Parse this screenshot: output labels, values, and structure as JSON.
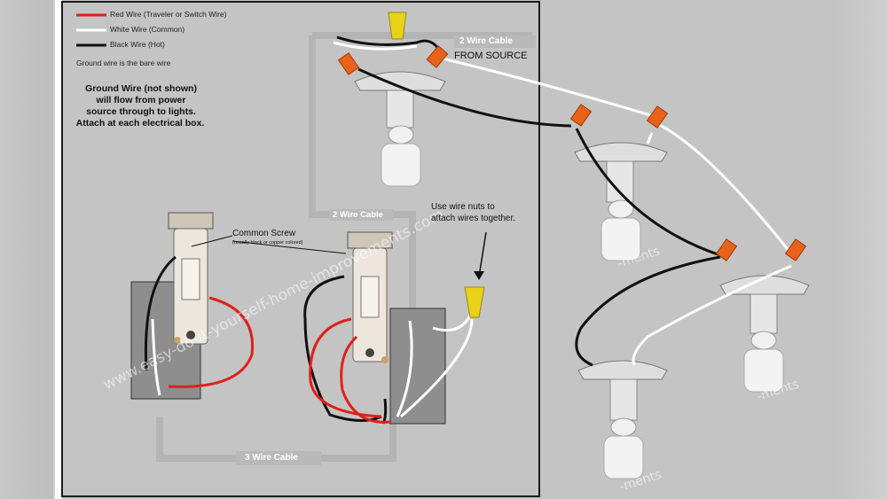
{
  "legend": {
    "red_wire": "Red Wire (Traveler or Switch Wire)",
    "white_wire": "White Wire (Common)",
    "black_wire": "Black Wire (Hot)",
    "ground_note": "Ground wire is the bare wire"
  },
  "notes": {
    "ground_line1": "Ground Wire (not shown)",
    "ground_line2": "will flow from power",
    "ground_line3": "source through to lights.",
    "ground_line4": "Attach at each electrical box."
  },
  "labels": {
    "two_wire_cable_top": "2 Wire Cable",
    "from_source": "FROM SOURCE",
    "two_wire_cable_mid": "2 Wire Cable",
    "common_screw": "Common Screw",
    "common_screw_sub": "(usually black or copper colored)",
    "wire_nuts_line1": "Use wire nuts to",
    "wire_nuts_line2": "attach wires together.",
    "three_wire_cable": "3 Wire Cable"
  },
  "watermark": {
    "main": "www.easy-do-it-yourself-home-improvements.com",
    "fragment": "-ments"
  },
  "colors": {
    "red_wire": "#e0201a",
    "white_wire": "#ffffff",
    "black_wire": "#111111",
    "wire_nut_orange": "#e8621a",
    "wire_nut_yellow": "#e8d21a",
    "cable_gray": "#b9b9b9",
    "box_gray": "#8f8f8f"
  }
}
